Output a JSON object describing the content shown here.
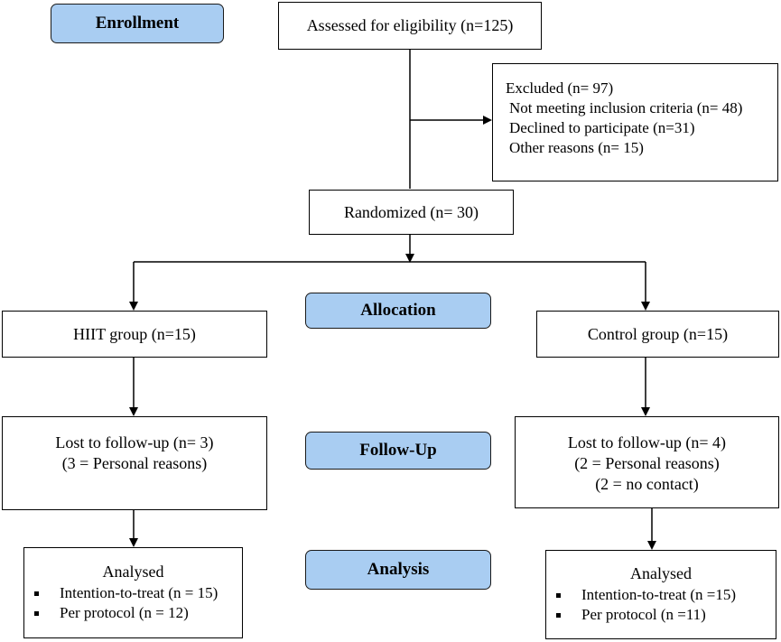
{
  "phases": {
    "enrollment": "Enrollment",
    "allocation": "Allocation",
    "followup": "Follow-Up",
    "analysis": "Analysis"
  },
  "assessed": "Assessed for eligibility (n=125)",
  "excluded": {
    "title": "Excluded (n= 97)",
    "items": [
      "Not meeting inclusion criteria (n= 48)",
      "Declined to participate (n=31)",
      "Other reasons (n= 15)"
    ]
  },
  "randomized": "Randomized (n= 30)",
  "hiit": {
    "group": "HIIT group (n=15)",
    "lost": [
      "Lost to follow-up (n= 3)",
      "(3 = Personal reasons)"
    ],
    "analysed": {
      "title": "Analysed",
      "items": [
        "Intention-to-treat (n = 15)",
        "Per protocol (n = 12)"
      ]
    }
  },
  "control": {
    "group": "Control group (n=15)",
    "lost": [
      "Lost to follow-up (n= 4)",
      "(2 = Personal reasons)",
      "(2 = no contact)"
    ],
    "analysed": {
      "title": "Analysed",
      "items": [
        "Intention-to-treat (n =15)",
        "Per protocol (n =11)"
      ]
    }
  }
}
